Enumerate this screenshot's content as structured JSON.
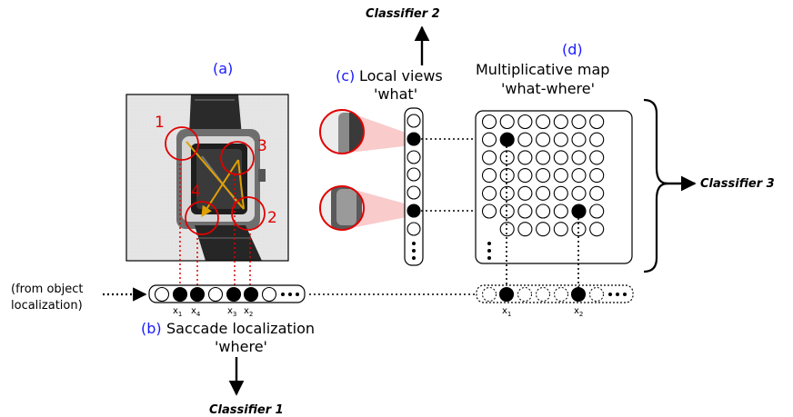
{
  "panels": {
    "a": "(a)",
    "b": "(b)",
    "c": "(c)",
    "d": "(d)"
  },
  "labels": {
    "saccade_line1": "Saccade localization",
    "saccade_line2": "'where'",
    "local_views_line1": "Local views",
    "local_views_line2": "'what'",
    "map_line1": "Multiplicative map",
    "map_line2": "'what-where'",
    "from_object_line1": "(from object",
    "from_object_line2": "localization)"
  },
  "classifiers": {
    "c1": "Classifier 1",
    "c2": "Classifier 2",
    "c3": "Classifier 3"
  },
  "saccade_numbers": [
    "1",
    "2",
    "3",
    "4"
  ],
  "subscripts": {
    "where_bar": [
      "x",
      "x",
      "x",
      "x"
    ],
    "where_bar_idx": [
      "1",
      "4",
      "3",
      "2"
    ],
    "map_bar": [
      "x",
      "x"
    ],
    "map_bar_idx": [
      "1",
      "2"
    ]
  },
  "colors": {
    "panel_label": "#1a1aff",
    "saccade_marker": "#e00000",
    "saccade_path": "#e0a000",
    "highlight": "#f4a0a0"
  },
  "icons": {
    "photo": "wristwatch-photo"
  }
}
